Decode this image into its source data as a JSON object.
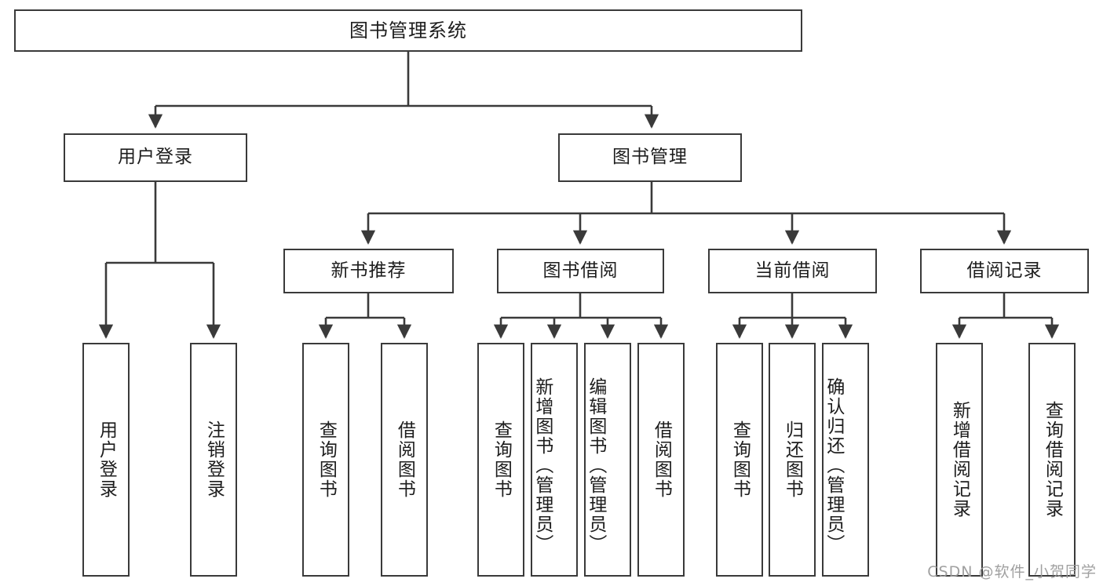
{
  "diagram": {
    "title": "图书管理系统",
    "type": "tree-hierarchy",
    "watermark": "CSDN @软件_小贺同学",
    "colors": {
      "box_border": "#3a3a3a",
      "box_fill": "#ffffff",
      "connector": "#3a3a3a",
      "text": "#1d1d1d",
      "watermark": "#9b9b9b",
      "background": "#ffffff"
    },
    "root": {
      "label": "图书管理系统"
    },
    "level2": [
      {
        "id": "user-login",
        "label": "用户登录"
      },
      {
        "id": "book-manage",
        "label": "图书管理"
      }
    ],
    "level3": [
      {
        "id": "new-book-recommend",
        "label": "新书推荐",
        "parent": "book-manage"
      },
      {
        "id": "book-borrow",
        "label": "图书借阅",
        "parent": "book-manage"
      },
      {
        "id": "current-borrow",
        "label": "当前借阅",
        "parent": "book-manage"
      },
      {
        "id": "borrow-record",
        "label": "借阅记录",
        "parent": "book-manage"
      }
    ],
    "leaves": [
      {
        "id": "leaf-user-login",
        "label": "用户登录",
        "parent": "user-login"
      },
      {
        "id": "leaf-user-logout",
        "label": "注销登录",
        "parent": "user-login"
      },
      {
        "id": "leaf-query-book-1",
        "label": "查询图书",
        "parent": "new-book-recommend"
      },
      {
        "id": "leaf-borrow-book-1",
        "label": "借阅图书",
        "parent": "new-book-recommend"
      },
      {
        "id": "leaf-query-book-2",
        "label": "查询图书",
        "parent": "book-borrow"
      },
      {
        "id": "leaf-add-book",
        "label": "新增图书（管理员）",
        "parent": "book-borrow"
      },
      {
        "id": "leaf-edit-book",
        "label": "编辑图书（管理员）",
        "parent": "book-borrow"
      },
      {
        "id": "leaf-borrow-book-2",
        "label": "借阅图书",
        "parent": "book-borrow"
      },
      {
        "id": "leaf-query-book-3",
        "label": "查询图书",
        "parent": "current-borrow"
      },
      {
        "id": "leaf-return-book",
        "label": "归还图书",
        "parent": "current-borrow"
      },
      {
        "id": "leaf-confirm-return",
        "label": "确认归还（管理员）",
        "parent": "current-borrow"
      },
      {
        "id": "leaf-add-record",
        "label": "新增借阅记录",
        "parent": "borrow-record"
      },
      {
        "id": "leaf-query-record",
        "label": "查询借阅记录",
        "parent": "borrow-record"
      }
    ]
  }
}
